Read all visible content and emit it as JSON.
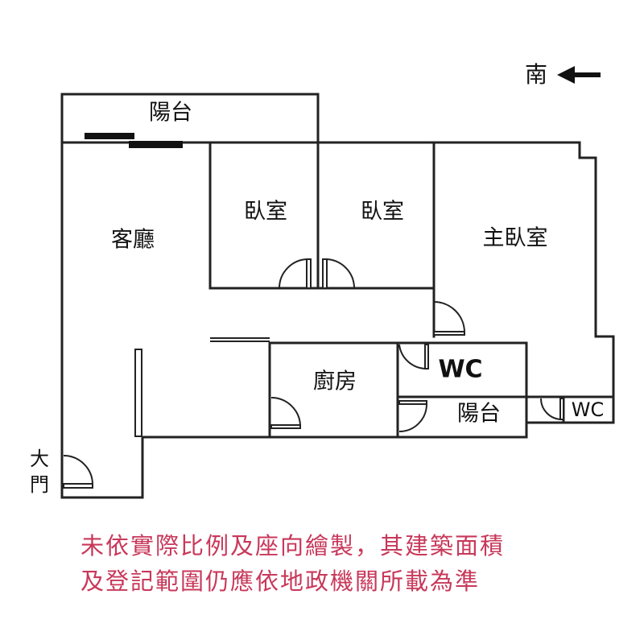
{
  "compass": {
    "label": "南",
    "arrow_icon": "arrow-left-icon"
  },
  "rooms": {
    "balcony_top": "陽台",
    "living_room": "客廳",
    "bedroom_1": "臥室",
    "bedroom_2": "臥室",
    "master_bedroom": "主臥室",
    "kitchen": "廚房",
    "wc_main": "WC",
    "balcony_bottom": "陽台",
    "wc_small": "WC"
  },
  "entrance": {
    "char_1": "大",
    "char_2": "門"
  },
  "disclaimer": {
    "line_1": "未依實際比例及座向繪製，其建築面積",
    "line_2": "及登記範圍仍應依地政機關所載為準"
  },
  "colors": {
    "wall": "#222222",
    "disclaimer_text": "#c8385a",
    "background": "#ffffff"
  }
}
